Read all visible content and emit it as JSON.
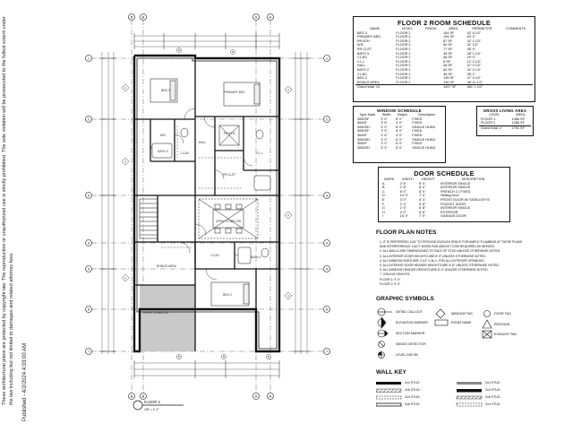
{
  "side_notes": {
    "copyright": "These architectural plans are protected by copyright law. The reproduction or unauthorized use is strictly prohibited. The sole violation will be prosecuted to the fullest extent under the law including but not limited to damages and related attorney fees.",
    "published": "Published - 4/2/2024 4:03:00 AM"
  },
  "room_schedule": {
    "title": "FLOOR 2 ROOM SCHEDULE",
    "columns": [
      "NAME",
      "LEVEL",
      "FINISH",
      "AREA",
      "PERIMETER",
      "COMMENTS"
    ],
    "rows": [
      [
        "BED 3",
        "FLOOR 2",
        "",
        "164 SF",
        "52' 6 1/2\"",
        ""
      ],
      [
        "PRIMARY BED",
        "FLOOR 2",
        "",
        "194 SF",
        "63' 0\"",
        ""
      ],
      [
        "PR.BTH",
        "FLOOR 2",
        "",
        "87 SF",
        "42' 1 1/2\"",
        ""
      ],
      [
        "WIC",
        "FLOOR 2",
        "",
        "50 SF",
        "31' 1/2\"",
        ""
      ],
      [
        "PR.CLST",
        "FLOOR 2",
        "",
        "77 SF",
        "36' 0\"",
        ""
      ],
      [
        "BATH 3",
        "FLOOR 2",
        "",
        "45 SF",
        "28' 1 1/2\"",
        ""
      ],
      [
        "CL.B3",
        "FLOOR 2",
        "",
        "46 SF",
        "29' 0\"",
        ""
      ],
      [
        "CL.L",
        "FLOOR 2",
        "",
        "8 SF",
        "12' 1 1/2\"",
        ""
      ],
      [
        "HALL",
        "FLOOR 2",
        "",
        "46 SF",
        "37' 0 1/2\"",
        ""
      ],
      [
        "BATH 2",
        "FLOOR 2",
        "",
        "62 SF",
        "32' 4 1/2\"",
        ""
      ],
      [
        "CL.B2",
        "FLOOR 2",
        "",
        "36 SF",
        "28' 1\"",
        ""
      ],
      [
        "BED 2",
        "FLOOR 2",
        "",
        "135 SF",
        "47' 9 1/2\"",
        ""
      ],
      [
        "BONUS AREA",
        "FLOOR 2",
        "",
        "135 SF",
        "48' 11 1/2\"",
        ""
      ]
    ],
    "footer": [
      "Grand total: 13",
      "",
      "",
      "1097 SF",
      "561' 1 1/2\"",
      ""
    ]
  },
  "window_schedule": {
    "title": "WINDOW SCHEDULE",
    "columns": [
      "Type Mark",
      "Width",
      "Height",
      "Description"
    ],
    "rows": [
      [
        "3050SF",
        "3' 0\"",
        "5' 0\"",
        "FIXED"
      ],
      [
        "3640F",
        "3' 6\"",
        "4' 0\"",
        "FIXED"
      ],
      [
        "3060SH",
        "3' 0\"",
        "6' 0\"",
        "SINGLE HUNG"
      ],
      [
        "3050SF",
        "3' 0\"",
        "5' 0\"",
        "FIXED"
      ],
      [
        "3640F",
        "3' 6\"",
        "4' 0\"",
        "FIXED"
      ],
      [
        "3060SH",
        "3' 0\"",
        "6' 0\"",
        "SINGLE HUNG"
      ],
      [
        "3050F",
        "3' 0\"",
        "5' 0\"",
        "FIXED"
      ],
      [
        "3050SH",
        "3' 0\"",
        "5' 0\"",
        "SINGLE HUNG"
      ]
    ]
  },
  "gross_area": {
    "title": "GROSS LIVING AREA",
    "columns": [
      "LEVEL",
      "AREA"
    ],
    "rows": [
      [
        "FLOOR 1",
        "1466 SF"
      ],
      [
        "FLOOR 2",
        "1285 SF"
      ]
    ],
    "footer": [
      "Grand total: 2",
      "2751 SF"
    ]
  },
  "door_schedule": {
    "title": "DOOR SCHEDULE",
    "columns": [
      "MARK",
      "WIDTH",
      "HEIGHT",
      "DESCRIPTION"
    ],
    "rows": [
      [
        "A",
        "2' 6\"",
        "8' 0\"",
        "INTERIOR SINGLE"
      ],
      [
        "B",
        "2' 8\"",
        "8' 0\"",
        "INTERIOR SINGLE"
      ],
      [
        "C",
        "6' 0\"",
        "8' 0\"",
        "FRENCH 2 | FIXED"
      ],
      [
        "D",
        "10' 0\"",
        "7' 0\"",
        "Sliding Door"
      ],
      [
        "E",
        "3' 0\"",
        "8' 0\"",
        "FRONT DOOR W/ SIDELIGHTS"
      ],
      [
        "F",
        "2' 4\"",
        "6' 8\"",
        "POCKET DOOR"
      ],
      [
        "G",
        "2' 6\"",
        "6' 8\"",
        "INTERIOR SINGLE"
      ],
      [
        "H",
        "3' 0\"",
        "6' 8\"",
        "EXTERIOR"
      ],
      [
        "I",
        "16' 0\"",
        "7' 0\"",
        "GARAGE DOOR"
      ]
    ]
  },
  "floor_plan_notes": {
    "title": "FLOOR PLAN NOTES",
    "items": [
      "1. IT IS PREFERRED 1/16\" TO PROVIDE ENOUGH SPACE FOR AMPLE PLUMBING AT THESE PLANS",
      "   AND INTERFERENCE. DUCT WORK RUN ABOVE TO BE REQUIRED AS NEEDED.",
      "2. ALL WALLS ARE DIMENSIONED TO FACE OF STUD UNLESS OTHERWISE NOTED.",
      "3. ALL INTERIOR DOOR HEIGHTS ARE 8'-0\" UNLESS OTHERWISE NOTED.",
      "4. ALL WINDOW SIZES ARE 2 1/4\" U.N.O. FOR ALL EXTERIOR OPENINGS.",
      "5. ALL INTERIOR DOOR HEADER HEIGHTS ARE 6'-8\" UNLESS OTHERWISE NOTED.",
      "6. ALL WINDOW HEADER HEIGHTS ARE 8'-0\" UNLESS OTHERWISE NOTED.",
      "7. CEILING HEIGHTS:",
      "   FLOOR 1: 9'-0\"",
      "   FLOOR 2: 9'-0\""
    ]
  },
  "graphic_symbols": {
    "title": "GRAPHIC SYMBOLS",
    "items": [
      {
        "icon": "detail-callout-icon",
        "label": "DETAIL CALLOUT"
      },
      {
        "icon": "elevation-marker-icon",
        "label": "ELEVATION MARKER"
      },
      {
        "icon": "section-marker-icon",
        "label": "SECTION MARKER"
      },
      {
        "icon": "smoke-detector-icon",
        "label": "SMOKE DETECTOR"
      },
      {
        "icon": "level-datum-icon",
        "label": "LEVEL DATUM"
      },
      {
        "icon": "window-tag-icon",
        "label": "WINDOW TAG"
      },
      {
        "icon": "room-name-icon",
        "label": "ROOM NAME"
      },
      {
        "icon": "door-tag-icon",
        "label": "DOOR TAG"
      },
      {
        "icon": "revision-cloud-icon",
        "label": "REVISION"
      },
      {
        "icon": "exhaust-fan-icon",
        "label": "EXHAUST FAN"
      }
    ]
  },
  "wall_key": {
    "title": "WALL KEY",
    "items": [
      {
        "pattern": "solid",
        "label": "2x4 STUD"
      },
      {
        "pattern": "hatch",
        "label": "2x6 STUD"
      },
      {
        "pattern": "dashed",
        "label": "2x4 STUD"
      },
      {
        "pattern": "double",
        "label": "2x6 STUD"
      },
      {
        "pattern": "light",
        "label": "2x4 STUD"
      },
      {
        "pattern": "solid",
        "label": "2x4 STUD"
      },
      {
        "pattern": "hatch",
        "label": "2x6 STUD"
      },
      {
        "pattern": "dashed",
        "label": "2x4 STUD"
      }
    ]
  },
  "plan": {
    "grid_top": [
      "B",
      "B",
      "A",
      "A"
    ],
    "grid_left": [
      "1",
      "2",
      "3",
      "4",
      "5",
      "6",
      "7"
    ],
    "grid_right": [
      "1",
      "2",
      "3",
      "4",
      "5",
      "6",
      "7"
    ],
    "grid_bottom": [
      "B",
      "B",
      "A",
      "A"
    ],
    "rooms": [
      {
        "label": "BED 3"
      },
      {
        "label": "PRIMARY BED"
      },
      {
        "label": "WIC"
      },
      {
        "label": "BATH 3"
      },
      {
        "label": "PR.BTH"
      },
      {
        "label": "CL.B3"
      },
      {
        "label": "PR.CLST"
      },
      {
        "label": "HALL"
      },
      {
        "label": "CL.L"
      },
      {
        "label": "OPEN TO BELOW"
      },
      {
        "label": "BONUS AREA"
      },
      {
        "label": "BATH 2"
      },
      {
        "label": "CL.B2"
      },
      {
        "label": "BED 2"
      },
      {
        "label": "OPEN TO BELOW"
      }
    ],
    "sheet_label": "FLOOR 2",
    "scale": "1/8\" = 1'-0\"",
    "tags_a": [
      "A",
      "A",
      "A",
      "A",
      "A",
      "A"
    ],
    "tags_b": [
      "B",
      "B",
      "B",
      "B",
      "B"
    ]
  }
}
